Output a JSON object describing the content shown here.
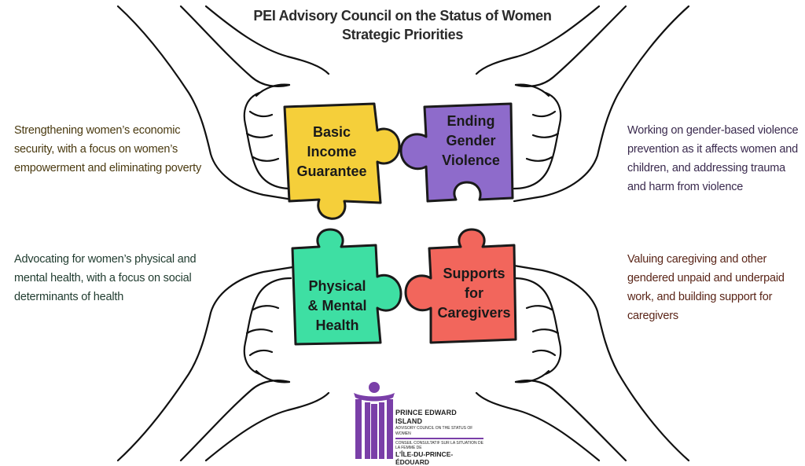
{
  "title": {
    "line1": "PEI Advisory Council on the Status of Women",
    "line2": "Strategic Priorities"
  },
  "priorities": [
    {
      "label_lines": [
        "Basic",
        "Income",
        "Guarantee"
      ],
      "color": "#F5CF3A",
      "description": "Strengthening women’s economic security, with a focus on women’s empowerment and eliminating poverty"
    },
    {
      "label_lines": [
        "Ending",
        "Gender",
        "Violence"
      ],
      "color": "#8E6BCB",
      "description": "Working on gender-based violence prevention as it affects women and children, and addressing trauma and harm from violence"
    },
    {
      "label_lines": [
        "Physical",
        "& Mental",
        "Health"
      ],
      "color": "#3EDFA3",
      "description": "Advocating for women’s physical and mental health, with a focus on social determinants of health"
    },
    {
      "label_lines": [
        "Supports",
        "for",
        "Caregivers"
      ],
      "color": "#F2665C",
      "description": "Valuing caregiving and other gendered unpaid and underpaid work, and building support for caregivers"
    }
  ],
  "logo": {
    "line1": "PRINCE EDWARD ISLAND",
    "line2": "ADVISORY COUNCIL ON THE STATUS OF WOMEN",
    "line3": "CONSEIL CONSULTATIF SUR LA SITUATION DE LA FEMME DE",
    "line4": "L’ÎLE-DU-PRINCE-ÉDOUARD",
    "color": "#7A3FA8"
  },
  "colors": {
    "outline": "#1a1a1a"
  }
}
